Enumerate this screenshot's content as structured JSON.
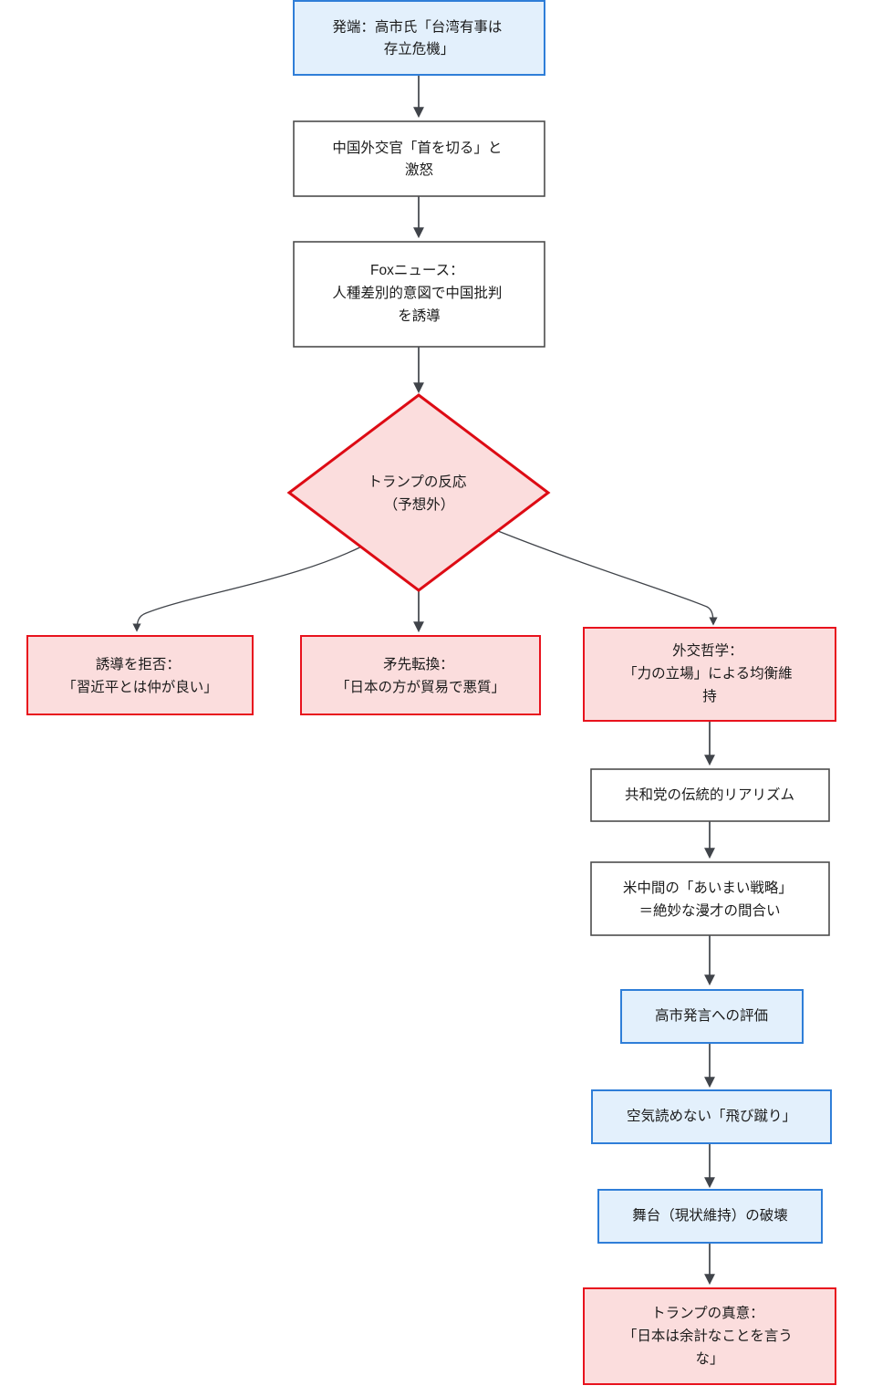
{
  "diagram": {
    "type": "flowchart",
    "direction": "top-down",
    "background": "#ffffff",
    "palette": {
      "blue_fill": "#e3f0fc",
      "blue_stroke": "#2f7ed8",
      "white_fill": "#ffffff",
      "white_stroke": "#4d4d4d",
      "red_fill": "#fbdddd",
      "red_stroke": "#e8121d",
      "edge_color": "#40444a",
      "text_color": "#1b1b1b"
    },
    "nodes": [
      {
        "id": "n1",
        "shape": "rect",
        "style": "blue",
        "lines": [
          "発端：高市氏「台湾有事は",
          "存立危機」"
        ]
      },
      {
        "id": "n2",
        "shape": "rect",
        "style": "white",
        "lines": [
          "中国外交官「首を切る」と",
          "激怒"
        ]
      },
      {
        "id": "n3",
        "shape": "rect",
        "style": "white",
        "lines": [
          "Foxニュース：",
          "人種差別的意図で中国批判",
          "を誘導"
        ]
      },
      {
        "id": "n4",
        "shape": "diamond",
        "style": "red",
        "lines": [
          "トランプの反応",
          "（予想外）"
        ]
      },
      {
        "id": "n5",
        "shape": "rect",
        "style": "red",
        "lines": [
          "誘導を拒否：",
          "「習近平とは仲が良い」"
        ]
      },
      {
        "id": "n6",
        "shape": "rect",
        "style": "red",
        "lines": [
          "矛先転換：",
          "「日本の方が貿易で悪質」"
        ]
      },
      {
        "id": "n7",
        "shape": "rect",
        "style": "red",
        "lines": [
          "外交哲学：",
          "「力の立場」による均衡維",
          "持"
        ]
      },
      {
        "id": "n8",
        "shape": "rect",
        "style": "white",
        "lines": [
          "共和党の伝統的リアリズム"
        ]
      },
      {
        "id": "n9",
        "shape": "rect",
        "style": "white",
        "lines": [
          "米中間の「あいまい戦略」",
          "＝絶妙な漫才の間合い"
        ]
      },
      {
        "id": "n10",
        "shape": "rect",
        "style": "blue",
        "lines": [
          "高市発言への評価"
        ]
      },
      {
        "id": "n11",
        "shape": "rect",
        "style": "blue",
        "lines": [
          "空気読めない「飛び蹴り」"
        ]
      },
      {
        "id": "n12",
        "shape": "rect",
        "style": "blue",
        "lines": [
          "舞台（現状維持）の破壊"
        ]
      },
      {
        "id": "n13",
        "shape": "rect",
        "style": "red",
        "lines": [
          "トランプの真意：",
          "「日本は余計なことを言う",
          "な」"
        ]
      }
    ],
    "edges": [
      {
        "from": "n1",
        "to": "n2",
        "kind": "straight"
      },
      {
        "from": "n2",
        "to": "n3",
        "kind": "straight"
      },
      {
        "from": "n3",
        "to": "n4",
        "kind": "straight"
      },
      {
        "from": "n4",
        "to": "n5",
        "kind": "curve"
      },
      {
        "from": "n4",
        "to": "n6",
        "kind": "straight"
      },
      {
        "from": "n4",
        "to": "n7",
        "kind": "curve"
      },
      {
        "from": "n7",
        "to": "n8",
        "kind": "straight"
      },
      {
        "from": "n8",
        "to": "n9",
        "kind": "straight"
      },
      {
        "from": "n9",
        "to": "n10",
        "kind": "straight"
      },
      {
        "from": "n10",
        "to": "n11",
        "kind": "straight"
      },
      {
        "from": "n11",
        "to": "n12",
        "kind": "straight"
      },
      {
        "from": "n12",
        "to": "n13",
        "kind": "straight"
      }
    ]
  }
}
